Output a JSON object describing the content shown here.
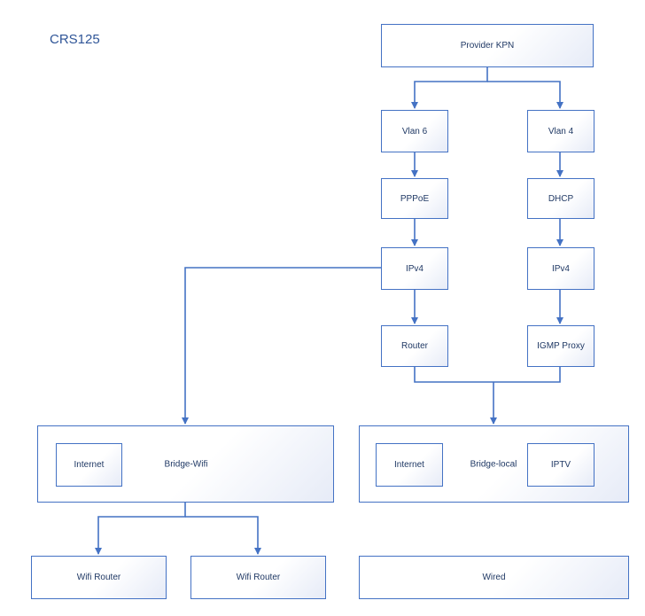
{
  "title": "CRS125",
  "nodes": {
    "provider": "Provider KPN",
    "vlan6": "Vlan 6",
    "vlan4": "Vlan 4",
    "pppoe": "PPPoE",
    "dhcp": "DHCP",
    "ipv4_left": "IPv4",
    "ipv4_right": "IPv4",
    "router": "Router",
    "igmp_proxy": "IGMP Proxy",
    "bridge_wifi": "Bridge-Wifi",
    "bridge_wifi_internet": "Internet",
    "bridge_local": "Bridge-local",
    "bridge_local_internet": "Internet",
    "bridge_local_iptv": "IPTV",
    "wifi_router_1": "Wifi Router",
    "wifi_router_2": "Wifi Router",
    "wired": "Wired"
  },
  "colors": {
    "line": "#4472c4",
    "text": "#1f3864",
    "title": "#2f5597"
  }
}
